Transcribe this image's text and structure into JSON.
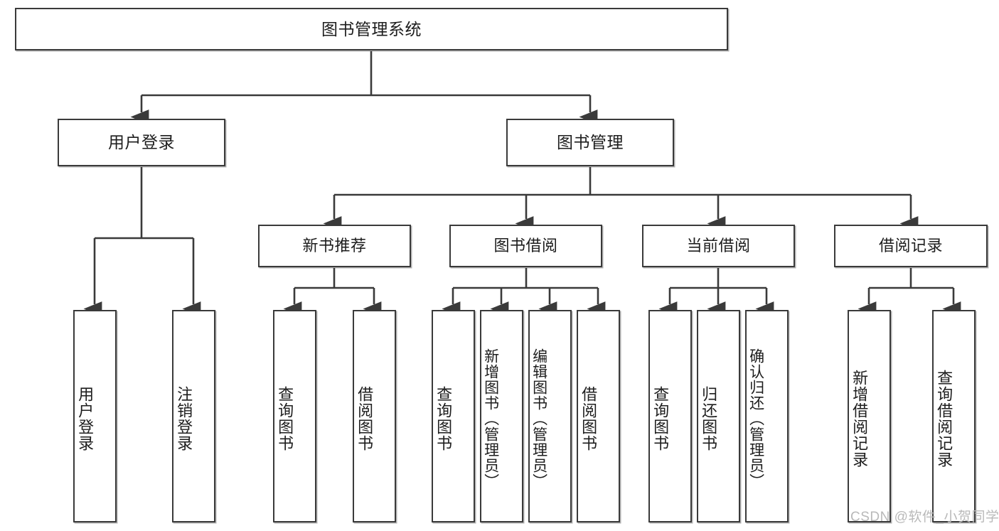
{
  "diagram": {
    "title": "图书管理系统",
    "type": "tree-hierarchy",
    "watermark": "CSDN @软件_小贺同学",
    "colors": {
      "stroke": "#3a3a3a",
      "fill": "#ffffff",
      "text": "#1d1d1d",
      "watermark": "#b9b9b9"
    },
    "root": {
      "label": "图书管理系统"
    },
    "level2": [
      {
        "label": "用户登录"
      },
      {
        "label": "图书管理"
      }
    ],
    "level3": [
      {
        "label": "新书推荐"
      },
      {
        "label": "图书借阅"
      },
      {
        "label": "当前借阅"
      },
      {
        "label": "借阅记录"
      }
    ],
    "leaves": {
      "user_login": [
        {
          "label": "用户登录"
        },
        {
          "label": "注销登录"
        }
      ],
      "new_book_recommend": [
        {
          "label": "查询图书"
        },
        {
          "label": "借阅图书"
        }
      ],
      "book_borrow": [
        {
          "label": "查询图书"
        },
        {
          "label": "新增图书（管理员）"
        },
        {
          "label": "编辑图书（管理员）"
        },
        {
          "label": "借阅图书"
        }
      ],
      "current_borrow": [
        {
          "label": "查询图书"
        },
        {
          "label": "归还图书"
        },
        {
          "label": "确认归还（管理员）"
        }
      ],
      "borrow_record": [
        {
          "label": "新增借阅记录"
        },
        {
          "label": "查询借阅记录"
        }
      ]
    }
  }
}
